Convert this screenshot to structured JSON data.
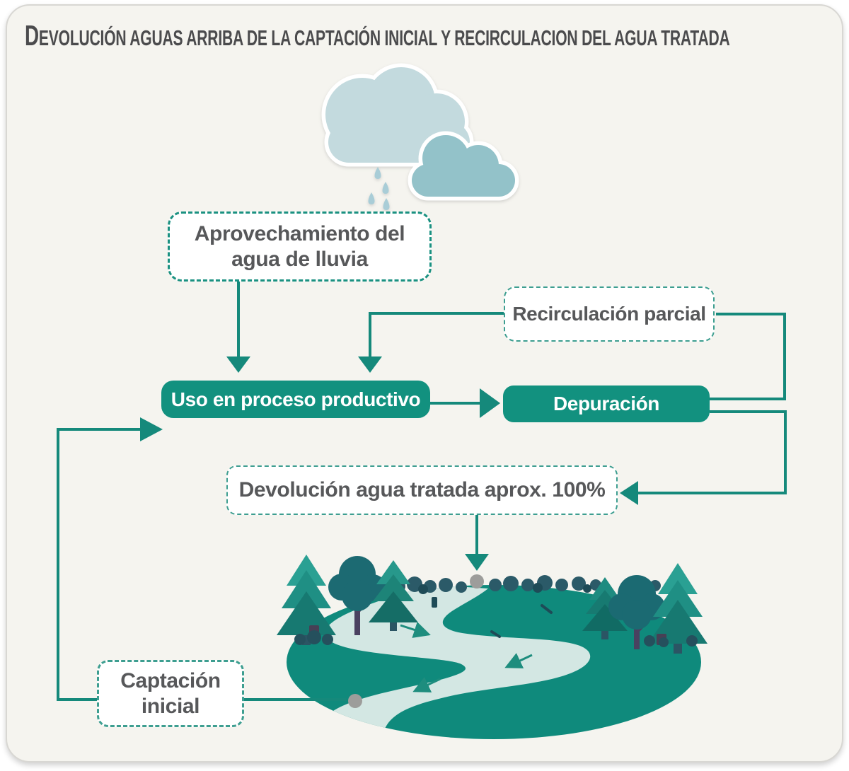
{
  "title": "DEVOLUCIÓN AGUAS ARRIBA DE LA CAPTACIÓN INICIAL Y RECIRCULACION DEL AGUA TRATADA",
  "nodes": {
    "aprovechamiento": {
      "label": "Aprovechamiento del\nagua de lluvia",
      "style": "dashed"
    },
    "recirculacion": {
      "label": "Recirculación parcial",
      "style": "dashed"
    },
    "uso": {
      "label": "Uso en proceso productivo",
      "style": "solid"
    },
    "depuracion": {
      "label": "Depuración",
      "style": "solid"
    },
    "devolucion": {
      "label": "Devolución agua tratada aprox. 100%",
      "style": "dashed"
    },
    "captacion": {
      "label": "Captación\ninicial",
      "style": "dashed"
    }
  },
  "edges": [
    {
      "from": "aprovechamiento",
      "to": "uso"
    },
    {
      "from": "recirculacion",
      "to": "uso"
    },
    {
      "from": "uso",
      "to": "depuracion"
    },
    {
      "from": "depuracion",
      "to": "recirculacion"
    },
    {
      "from": "depuracion",
      "to": "devolucion"
    },
    {
      "from": "devolucion",
      "to": "river-return-point"
    },
    {
      "from": "captacion",
      "to": "river-intake-point"
    },
    {
      "from": "captacion",
      "to": "uso"
    }
  ],
  "icons": {
    "rain_cloud": "rain-cloud-icon",
    "landscape": "river-landscape-icon",
    "return_marker": "river-return-point",
    "intake_marker": "river-intake-point"
  },
  "colors": {
    "accent-teal": "#15897B",
    "box-teal": "#12917F",
    "dash-teal": "#1A9181",
    "dash-teal-light": "#3D9E90",
    "text-gray": "#57585A",
    "title-gray": "#4B4B4D",
    "card-bg": "#F5F4EF",
    "card-border": "#D8D7D3",
    "cloud-light": "#C3DADE",
    "cloud-dark": "#93C2C9",
    "rain-drop": "#A9CDD7",
    "field-green": "#0F8A7C",
    "river": "#D3E7E3",
    "marker-gray": "#9D9D9B"
  }
}
